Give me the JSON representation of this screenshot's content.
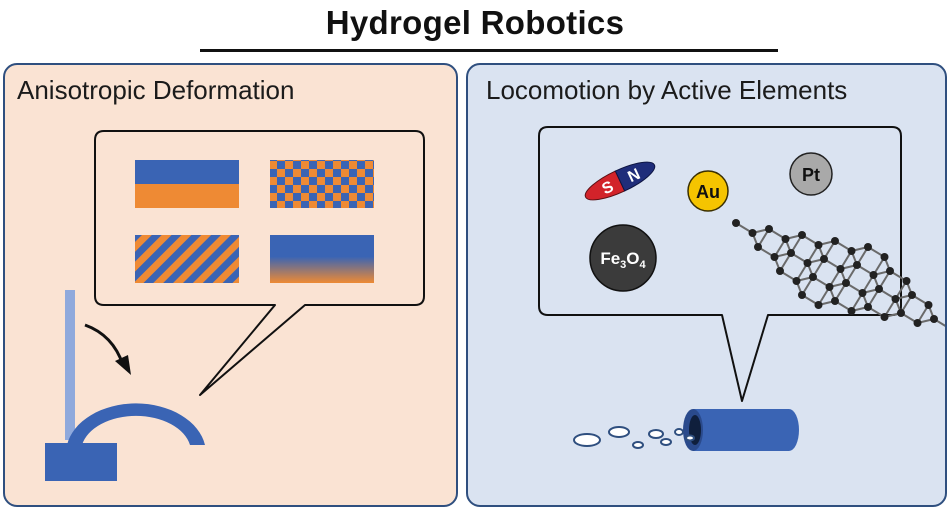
{
  "title": "Hydrogel Robotics",
  "left_panel": {
    "title": "Anisotropic Deformation",
    "patterns": [
      "bilayer",
      "checkerboard",
      "diagonal-stripes",
      "gradient"
    ]
  },
  "right_panel": {
    "title": "Locomotion by Active Elements",
    "magnet": {
      "south": "S",
      "north": "N"
    },
    "gold": "Au",
    "platinum": "Pt",
    "iron_oxide": {
      "base": "Fe",
      "sub1": "3",
      "mid": "O",
      "sub2": "4"
    },
    "graphene": "graphene-lattice-icon"
  },
  "colors": {
    "blue": "#3a64b4",
    "orange": "#ee8a34",
    "left_bg": "#fae3d3",
    "right_bg": "#dae3f1",
    "border": "#2f4f7f",
    "gold": "#f5c400",
    "platinum": "#a9a9a9",
    "magnet_red": "#d2232a",
    "magnet_navy": "#1f2d7a"
  }
}
